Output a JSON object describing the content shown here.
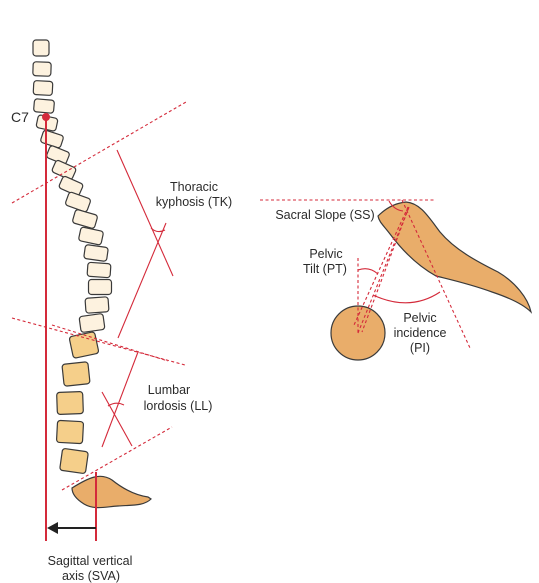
{
  "labels": {
    "c7": "C7",
    "thoracic_kyphosis": {
      "line1": "Thoracic",
      "line2": "kyphosis (TK)"
    },
    "lumbar_lordosis": {
      "line1": "Lumbar",
      "line2": "lordosis (LL)"
    },
    "sva": {
      "line1": "Sagittal vertical",
      "line2": "axis (SVA)"
    },
    "sacral_slope": "Sacral Slope (SS)",
    "pelvic_tilt": {
      "line1": "Pelvic",
      "line2": "Tilt (PT)"
    },
    "pelvic_incidence": {
      "line1": "Pelvic",
      "line2": "incidence",
      "line3": "(PI)"
    }
  },
  "colors": {
    "reference_lines": "#d42a3a",
    "cervical_thoracic_vertebrae": "#fdf2df",
    "lumbar_vertebrae": "#f5cf8a",
    "bone": "#e9ad6a",
    "outline": "#3a3a3a"
  }
}
